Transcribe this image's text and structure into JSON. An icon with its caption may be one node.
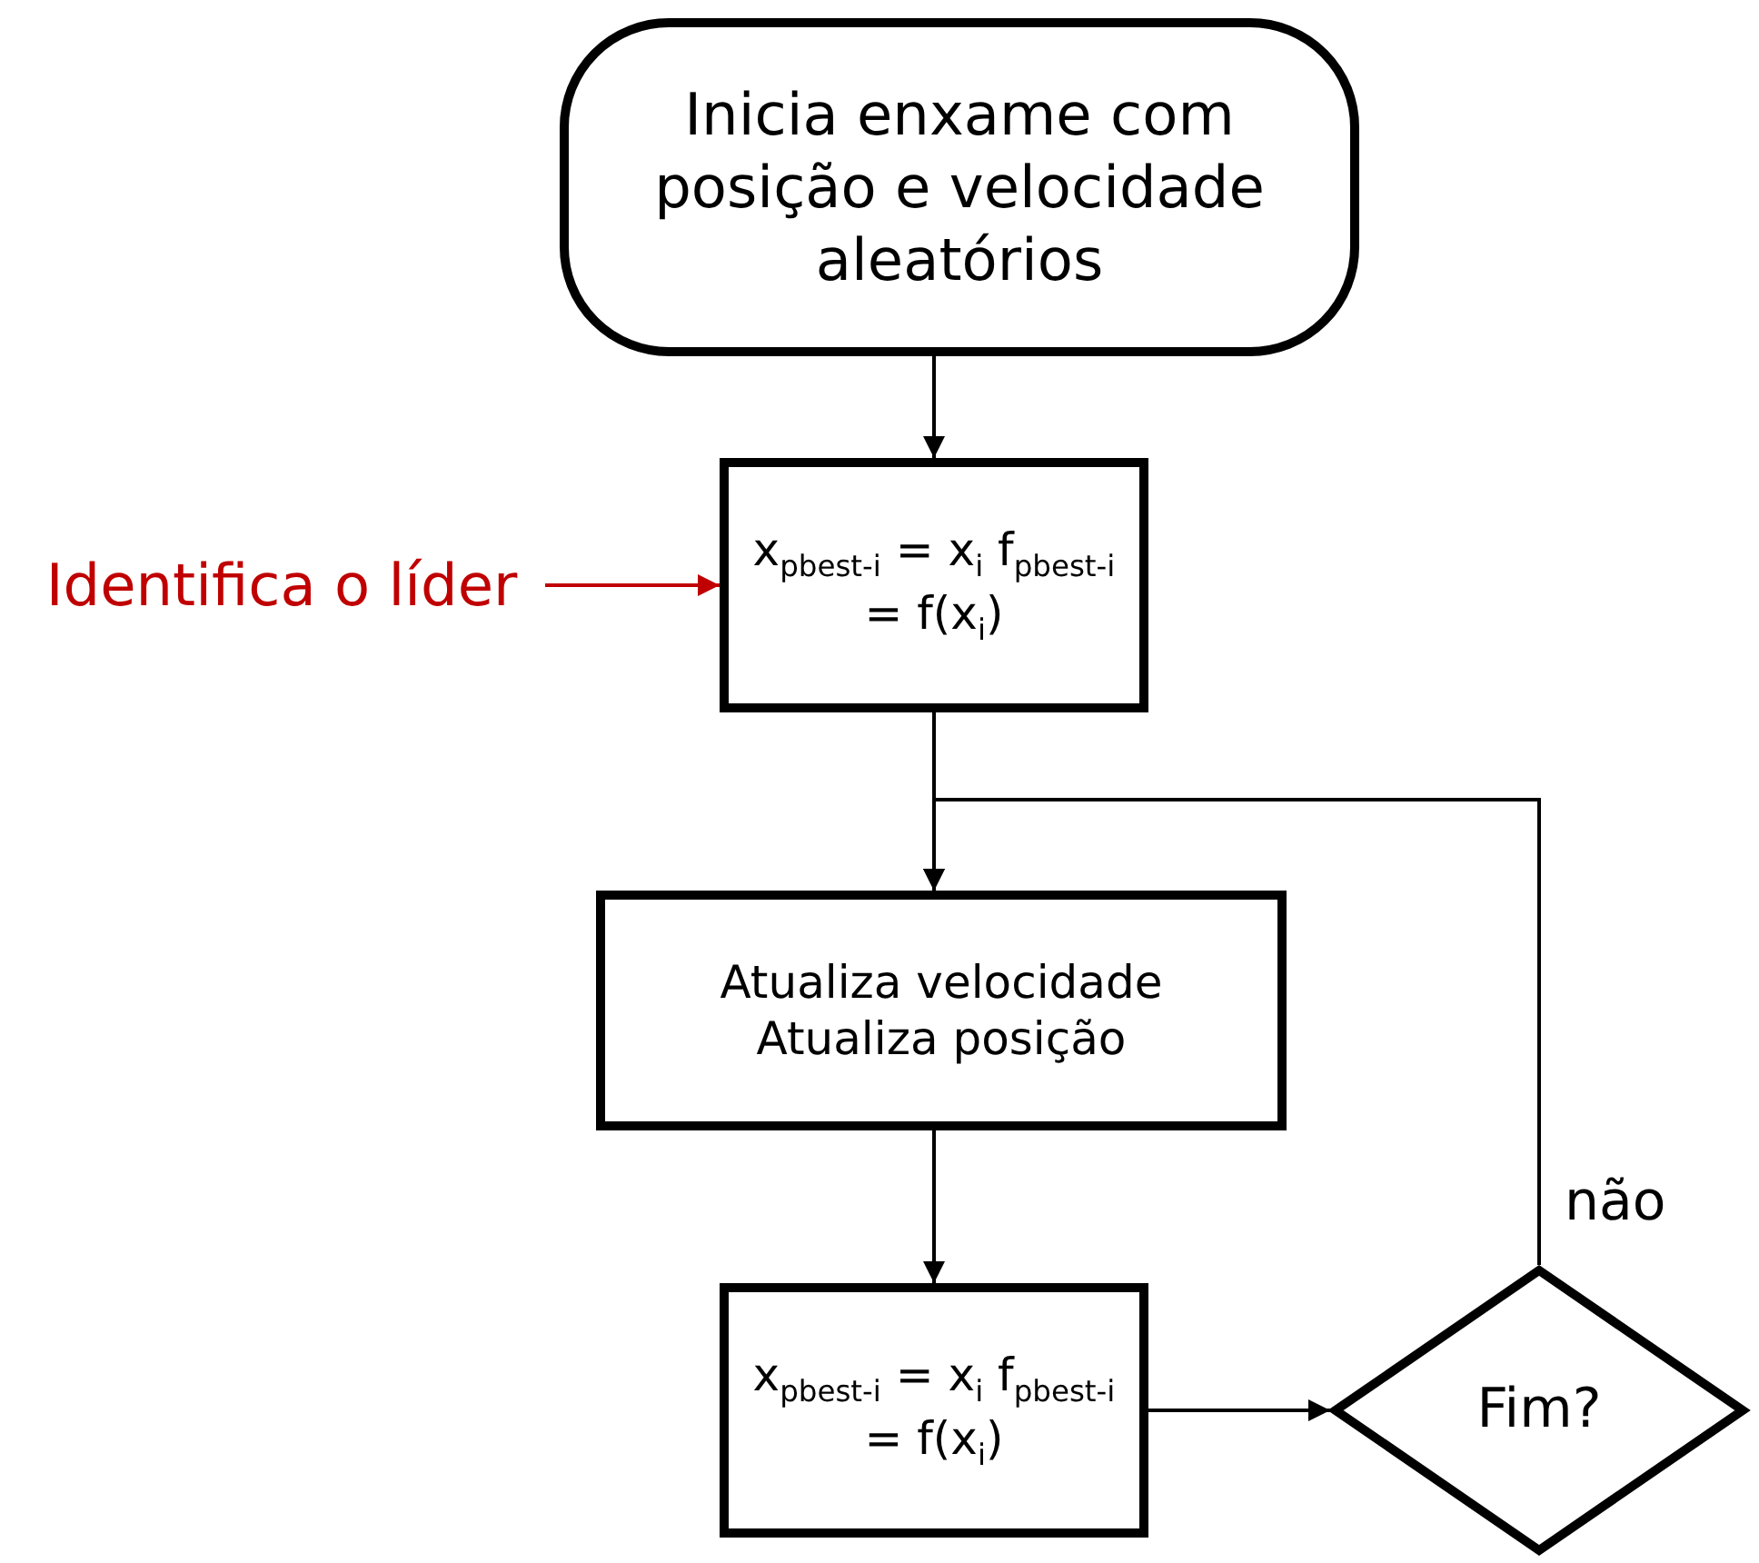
{
  "diagram": {
    "nodes": [
      {
        "text": [
          "Inicia enxame com posição e velocidade aleatórios"
        ]
      },
      {
        "text": [
          "x$_{pbest-i}$ = x$_{i}$ f$_{pbest-i}$ = f(x$_{i}$)"
        ]
      },
      {
        "text": [
          "Identifica o líder"
        ]
      },
      {
        "text": [
          "Atualiza velocidade Atualiza posição"
        ]
      },
      {
        "text": [
          "x$_{pbest-i}$ = x$_{i}$ f$_{pbest-i}$ = f(x$_{i}$)"
        ]
      },
      {
        "text": [
          "Fim?"
        ]
      }
    ],
    "edges": [
      {
        "from": 0,
        "to": 1,
        "arrow": "to"
      },
      {
        "from": 2,
        "to": 1,
        "arrow": "to",
        "color": "#c00000"
      },
      {
        "from": 1,
        "to": 3,
        "arrow": "to"
      },
      {
        "from": 3,
        "to": 4,
        "arrow": "to"
      },
      {
        "from": 4,
        "to": 5,
        "arrow": "to"
      },
      {
        "from": 5,
        "to": 3,
        "arrow": "to",
        "label": "não"
      }
    ]
  }
}
